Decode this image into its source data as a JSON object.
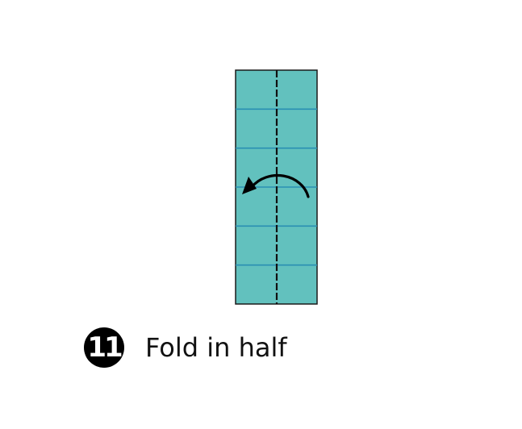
{
  "step": {
    "number": "11",
    "instruction": "Fold in half"
  },
  "colors": {
    "paper": "#62c1be",
    "crease": "#2a8fb3",
    "outline": "#1a1a1a",
    "fold_line": "#111111",
    "arrow": "#000000",
    "badge_bg": "#000000",
    "badge_text": "#ffffff"
  },
  "diagram": {
    "sections": 6,
    "fold_direction": "right-to-left",
    "fold_line_style": "dashed",
    "icon": "fold-arrow-icon"
  }
}
